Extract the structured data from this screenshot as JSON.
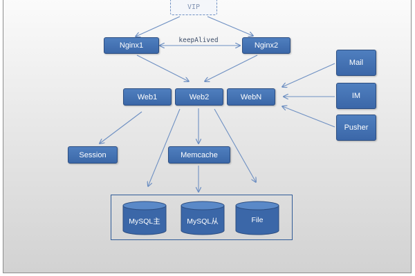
{
  "vip": "VIP",
  "edge_label": "keepAlived",
  "nodes": {
    "nginx1": "Nginx1",
    "nginx2": "Nginx2",
    "web1": "Web1",
    "web2": "Web2",
    "webn": "WebN",
    "mail": "Mail",
    "im": "IM",
    "pusher": "Pusher",
    "session": "Session",
    "memcache": "Memcache"
  },
  "databases": {
    "mysql_master": "MySQL主",
    "mysql_slave": "MySQL从",
    "file": "File"
  },
  "colors": {
    "node_fill": "#3b67a8",
    "edge": "#6d8fc2",
    "frame": "#2f5a96"
  }
}
